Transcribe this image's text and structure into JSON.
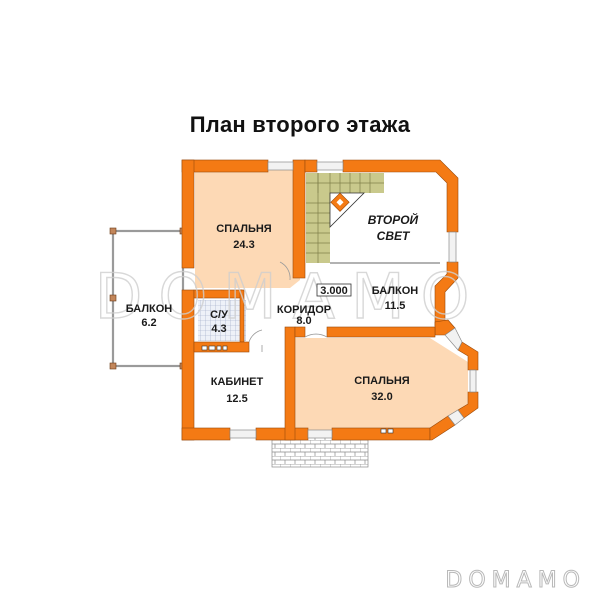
{
  "title": "План второго этажа",
  "colors": {
    "wall": "#f47a14",
    "wall_stroke": "#9a4a0a",
    "room_fill": "#fdd9b5",
    "stair_fill": "#c9c98c",
    "window": "#d9d9d9",
    "tile": "#dde3f0",
    "background": "#ffffff"
  },
  "rooms": [
    {
      "id": "bedroom-1",
      "name": "СПАЛЬНЯ",
      "area": "24.3"
    },
    {
      "id": "second-light",
      "name": "ВТОРОЙ",
      "name2": "СВЕТ"
    },
    {
      "id": "balcony-left",
      "name": "БАЛКОН",
      "area": "6.2"
    },
    {
      "id": "bathroom",
      "name": "С/У",
      "area": "4.3"
    },
    {
      "id": "corridor",
      "name": "КОРИДОР",
      "area": "8.0"
    },
    {
      "id": "balcony-right",
      "name": "БАЛКОН",
      "area": "11.5"
    },
    {
      "id": "study",
      "name": "КАБИНЕТ",
      "area": "12.5"
    },
    {
      "id": "bedroom-2",
      "name": "СПАЛЬНЯ",
      "area": "32.0"
    }
  ],
  "level_mark": "3.000",
  "watermark": "DOMAMO",
  "footer_watermark": "DOMAMO"
}
